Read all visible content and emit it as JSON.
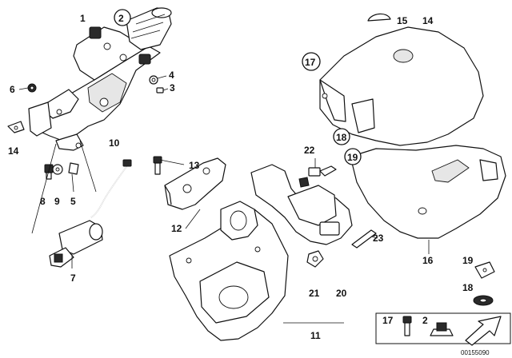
{
  "callouts": {
    "c1": "1",
    "c2": "2",
    "c3": "3",
    "c4": "4",
    "c5": "5",
    "c6": "6",
    "c7": "7",
    "c8": "8",
    "c9": "9",
    "c10": "10",
    "c11": "11",
    "c12": "12",
    "c13": "13",
    "c14a": "14",
    "c14b": "14",
    "c15": "15",
    "c16": "16",
    "c17": "17",
    "c18": "18",
    "c19": "19",
    "c21": "21",
    "c20": "20",
    "c22": "22",
    "c23": "23",
    "c19b": "19",
    "c18b": "18",
    "c17b": "17",
    "c2b": "2"
  },
  "diagram_id": "00155090"
}
